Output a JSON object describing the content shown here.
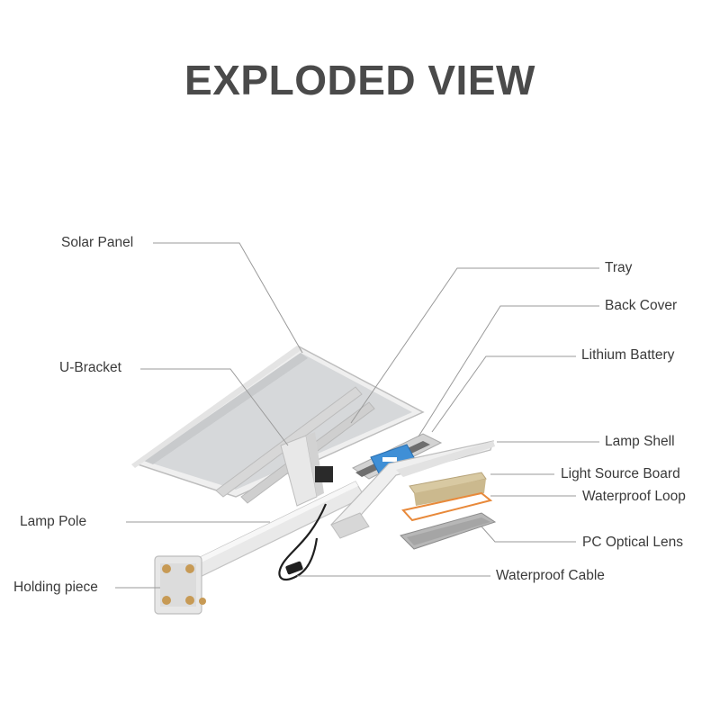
{
  "title": "EXPLODED VIEW",
  "labels": {
    "solar_panel": "Solar Panel",
    "u_bracket": "U-Bracket",
    "lamp_pole": "Lamp Pole",
    "holding_piece": "Holding piece",
    "tray": "Tray",
    "back_cover": "Back Cover",
    "lithium_battery": "Lithium Battery",
    "lamp_shell": "Lamp Shell",
    "light_source_board": "Light Source Board",
    "waterproof_loop": "Waterproof Loop",
    "pc_optical_lens": "PC Optical Lens",
    "waterproof_cable": "Waterproof Cable"
  },
  "colors": {
    "title": "#4a4a4a",
    "text": "#3a3a3a",
    "leader": "#9a9a9a",
    "panel": "#d9dadb",
    "frame": "#c9c9c9",
    "metal": "#e6e6e6",
    "battery": "#3f8fd6",
    "loop": "#e8893a",
    "led": "#cbb98e",
    "brass": "#c79a55"
  }
}
